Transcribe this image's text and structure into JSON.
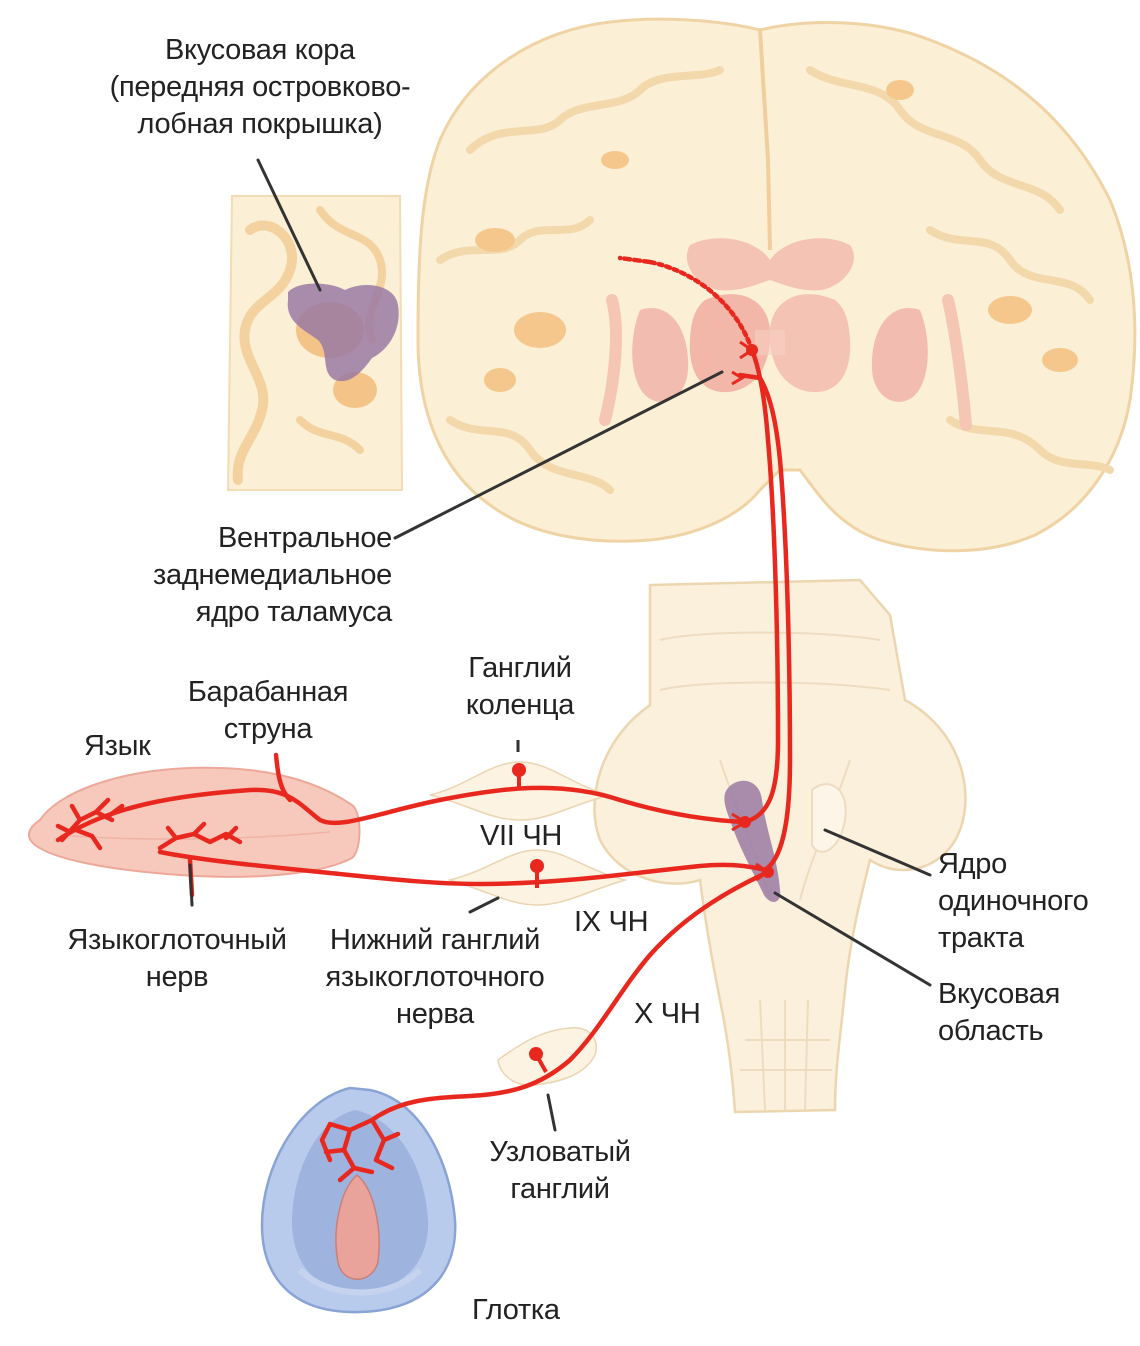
{
  "labels": {
    "taste_cortex": [
      "Вкусовая кора",
      "(передняя островково-",
      "лобная покрышка)"
    ],
    "thalamus": [
      "Вентральное",
      "заднемедиальное",
      "ядро таламуса"
    ],
    "geniculate": [
      "Ганглий",
      "коленца"
    ],
    "chorda": [
      "Барабанная",
      "струна"
    ],
    "tongue": "Язык",
    "cn7": "VII ЧН",
    "cn9": "IX ЧН",
    "cn10": "X ЧН",
    "glossopharyngeal": [
      "Языкоглоточный",
      "нерв"
    ],
    "inferior_ganglion": [
      "Нижний ганглий",
      "языкоглоточного",
      "нерва"
    ],
    "solitary": [
      "Ядро",
      "одиночного",
      "тракта"
    ],
    "gustatory_area": [
      "Вкусовая",
      "область"
    ],
    "nodose": [
      "Узловатый",
      "ганглий"
    ],
    "pharynx": "Глотка"
  },
  "colors": {
    "nerve": "#e8281e",
    "brain_fill": "#fbefd6",
    "brain_outline": "#f1d6aa",
    "cortex_highlight": "#f7c98a",
    "thalamus": "#f5c3b3",
    "taste_area": "#9a7aa3",
    "tongue": "#f7c9bd",
    "pharynx": "#9fb7e0"
  }
}
